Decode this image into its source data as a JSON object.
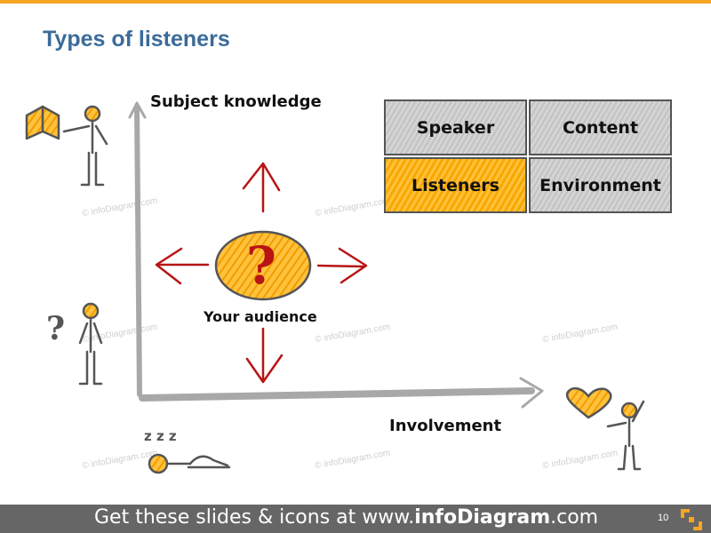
{
  "slide": {
    "title": "Types of listeners",
    "y_axis_label": "Subject knowledge",
    "x_axis_label": "Involvement",
    "center_label": "Your audience",
    "center_symbol": "?",
    "question_mark": "?",
    "sleep_text": "z z z"
  },
  "grid": {
    "cells": [
      "Speaker",
      "Content",
      "Listeners",
      "Environment"
    ],
    "active_cell": "Listeners"
  },
  "watermark": "© infoDiagram.com",
  "footer": {
    "prefix": "Get these slides & icons at www.",
    "brand": "infoDiagram",
    "suffix": ".com",
    "page_number": "10"
  },
  "colors": {
    "accent": "#f5a623",
    "title": "#3b6b9a",
    "arrow_red": "#b81414",
    "footer_bg": "#666666"
  },
  "icons": [
    "person-reading-book-icon",
    "confused-person-icon",
    "sleeping-person-icon",
    "person-holding-heart-icon",
    "infodiagram-logo-icon"
  ]
}
